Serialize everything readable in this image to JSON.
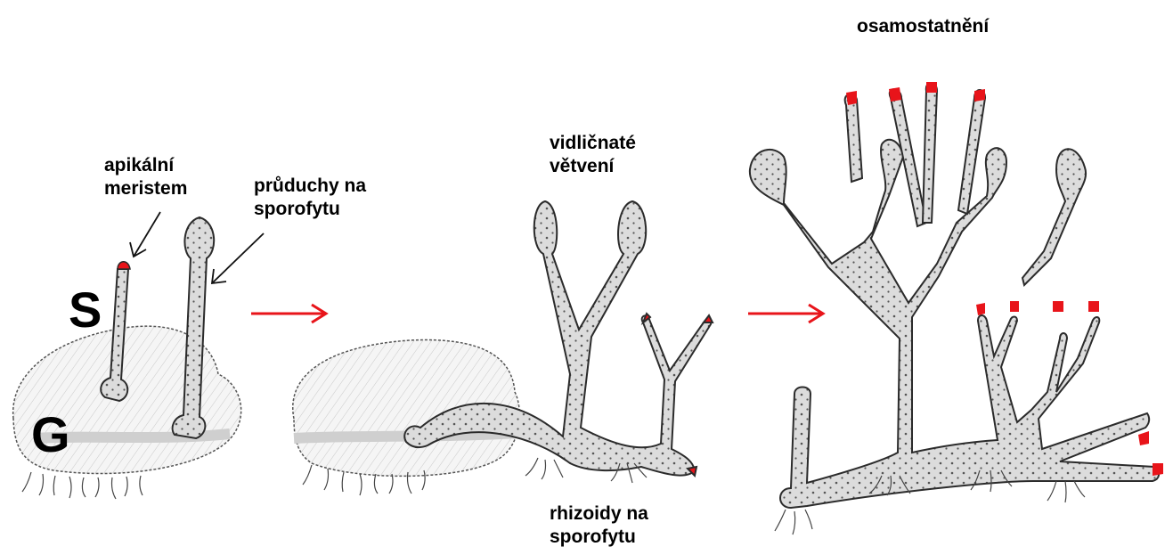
{
  "labels": {
    "apical_line1": "apikální",
    "apical_line2": "meristem",
    "stomata_line1": "průduchy na",
    "stomata_line2": "sporofytu",
    "branching_line1": "vidličnaté",
    "branching_line2": "větvení",
    "rhizoids_line1": "rhizoidy na",
    "rhizoids_line2": "sporofytu",
    "independence": "osamostatnění",
    "sporophyte_letter": "S",
    "gametophyte_letter": "G"
  },
  "colors": {
    "arrow_red": "#e8141a",
    "meristem_red": "#e8141a",
    "tissue_fill": "#dcdcdc",
    "outline": "#2b2b2b",
    "gametophyte_fill": "#f4f4f4"
  },
  "icons": {
    "stage_arrow": "right-arrow-icon",
    "pointer_arrow": "pointer-arrow-icon"
  }
}
